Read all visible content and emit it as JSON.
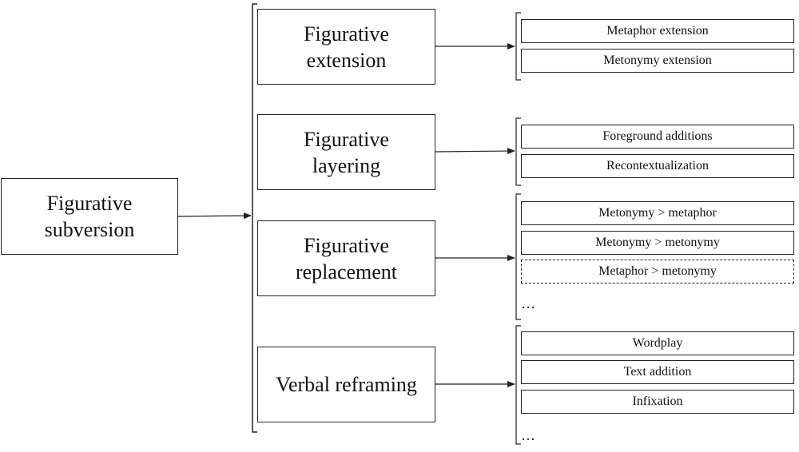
{
  "diagram": {
    "root": {
      "label": "Figurative\nsubversion"
    },
    "categories": [
      {
        "label": "Figurative\nextension",
        "leaves": [
          {
            "label": "Metaphor extension",
            "dashed": false
          },
          {
            "label": "Metonymy extension",
            "dashed": false
          }
        ],
        "more": ""
      },
      {
        "label": "Figurative\nlayering",
        "leaves": [
          {
            "label": "Foreground additions",
            "dashed": false
          },
          {
            "label": "Recontextualization",
            "dashed": false
          }
        ],
        "more": ""
      },
      {
        "label": "Figurative\nreplacement",
        "leaves": [
          {
            "label": "Metonymy > metaphor",
            "dashed": false
          },
          {
            "label": "Metonymy > metonymy",
            "dashed": false
          },
          {
            "label": "Metaphor > metonymy",
            "dashed": true
          }
        ],
        "more": "…"
      },
      {
        "label": "Verbal reframing",
        "leaves": [
          {
            "label": "Wordplay",
            "dashed": false
          },
          {
            "label": "Text addition",
            "dashed": false
          },
          {
            "label": "Infixation",
            "dashed": false
          }
        ],
        "more": "…"
      }
    ]
  }
}
